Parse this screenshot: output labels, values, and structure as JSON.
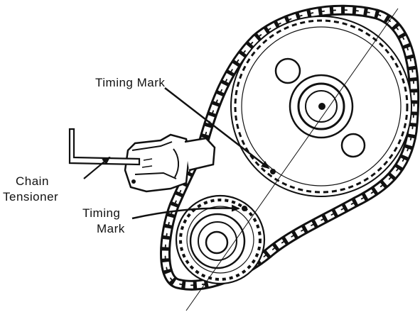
{
  "labels": {
    "upper_timing_mark": "Timing Mark",
    "chain_tensioner_line1": "Chain",
    "chain_tensioner_line2": "Tensioner",
    "lower_timing_mark_line1": "Timing",
    "lower_timing_mark_line2": "Mark"
  },
  "colors": {
    "ink": "#111111",
    "paper": "#ffffff"
  }
}
